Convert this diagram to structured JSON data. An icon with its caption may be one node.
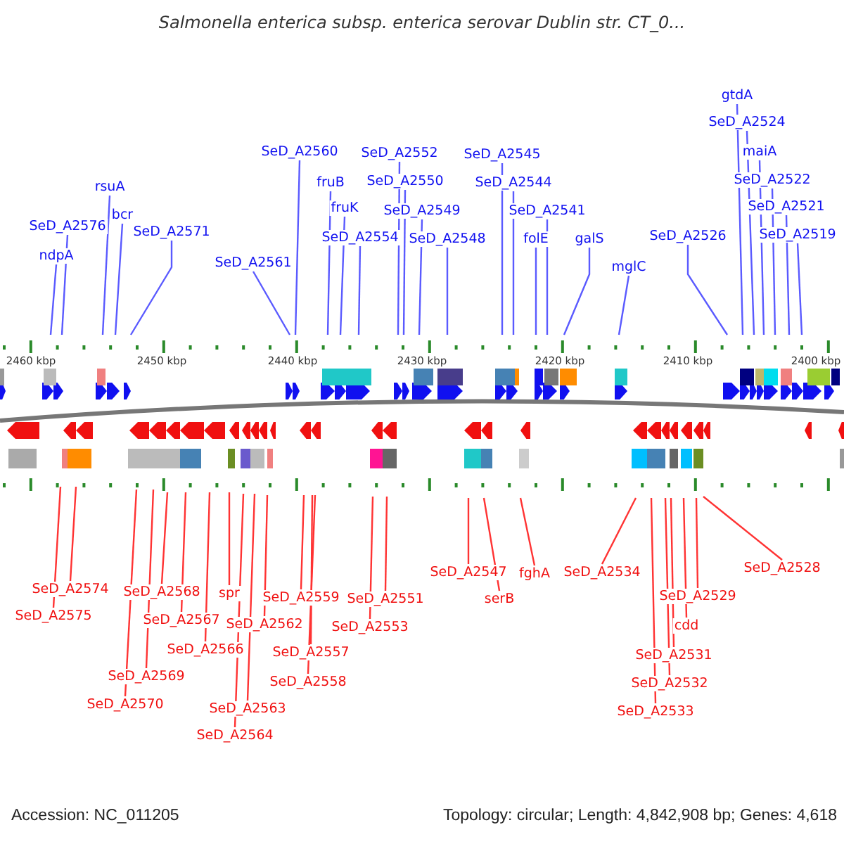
{
  "diagram": {
    "title": "Salmonella enterica subsp. enterica serovar Dublin str. CT_0...",
    "nodes": [
      {
        "text": [
          "ndpA"
        ]
      },
      {
        "text": [
          "SeD_A2576"
        ]
      },
      {
        "text": [
          "rsuA"
        ]
      },
      {
        "text": [
          "bcr"
        ]
      },
      {
        "text": [
          "SeD_A2571"
        ]
      },
      {
        "text": [
          "SeD_A2561"
        ]
      },
      {
        "text": [
          "SeD_A2560"
        ]
      },
      {
        "text": [
          "fruB"
        ]
      },
      {
        "text": [
          "fruK"
        ]
      },
      {
        "text": [
          "SeD_A2554"
        ]
      },
      {
        "text": [
          "SeD_A2552"
        ]
      },
      {
        "text": [
          "SeD_A2550"
        ]
      },
      {
        "text": [
          "SeD_A2549"
        ]
      },
      {
        "text": [
          "SeD_A2548"
        ]
      },
      {
        "text": [
          "SeD_A2545"
        ]
      },
      {
        "text": [
          "SeD_A2544"
        ]
      },
      {
        "text": [
          "SeD_A2541"
        ]
      },
      {
        "text": [
          "folE"
        ]
      },
      {
        "text": [
          "galS"
        ]
      },
      {
        "text": [
          "mglC"
        ]
      },
      {
        "text": [
          "SeD_A2526"
        ]
      },
      {
        "text": [
          "gtdA"
        ]
      },
      {
        "text": [
          "SeD_A2524"
        ]
      },
      {
        "text": [
          "maiA"
        ]
      },
      {
        "text": [
          "SeD_A2522"
        ]
      },
      {
        "text": [
          "SeD_A2521"
        ]
      },
      {
        "text": [
          "SeD_A2519"
        ]
      },
      {
        "text": [
          "SeD_A2575"
        ]
      },
      {
        "text": [
          "SeD_A2574"
        ]
      },
      {
        "text": [
          "SeD_A2570"
        ]
      },
      {
        "text": [
          "SeD_A2569"
        ]
      },
      {
        "text": [
          "SeD_A2568"
        ]
      },
      {
        "text": [
          "SeD_A2567"
        ]
      },
      {
        "text": [
          "SeD_A2566"
        ]
      },
      {
        "text": [
          "spr"
        ]
      },
      {
        "text": [
          "SeD_A2564"
        ]
      },
      {
        "text": [
          "SeD_A2563"
        ]
      },
      {
        "text": [
          "SeD_A2562"
        ]
      },
      {
        "text": [
          "SeD_A2559"
        ]
      },
      {
        "text": [
          "SeD_A2557"
        ]
      },
      {
        "text": [
          "SeD_A2558"
        ]
      },
      {
        "text": [
          "SeD_A2553"
        ]
      },
      {
        "text": [
          "SeD_A2551"
        ]
      },
      {
        "text": [
          "SeD_A2547"
        ]
      },
      {
        "text": [
          "serB"
        ]
      },
      {
        "text": [
          "fghA"
        ]
      },
      {
        "text": [
          "SeD_A2534"
        ]
      },
      {
        "text": [
          "SeD_A2533"
        ]
      },
      {
        "text": [
          "SeD_A2532"
        ]
      },
      {
        "text": [
          "SeD_A2531"
        ]
      },
      {
        "text": [
          "cdd"
        ]
      },
      {
        "text": [
          "SeD_A2529"
        ]
      },
      {
        "text": [
          "SeD_A2528"
        ]
      }
    ],
    "edges": [
      {
        "from": 0,
        "to": null,
        "arrow": "none"
      },
      {
        "from": 1,
        "to": null,
        "arrow": "none"
      },
      {
        "from": 2,
        "to": null,
        "arrow": "none"
      },
      {
        "from": 3,
        "to": null,
        "arrow": "none"
      },
      {
        "from": 4,
        "to": null,
        "arrow": "none"
      },
      {
        "from": 5,
        "to": null,
        "arrow": "none"
      },
      {
        "from": 6,
        "to": null,
        "arrow": "none"
      },
      {
        "from": 7,
        "to": null,
        "arrow": "none"
      },
      {
        "from": 8,
        "to": null,
        "arrow": "none"
      },
      {
        "from": 9,
        "to": null,
        "arrow": "none"
      },
      {
        "from": 10,
        "to": null,
        "arrow": "none"
      },
      {
        "from": 11,
        "to": null,
        "arrow": "none"
      },
      {
        "from": 12,
        "to": null,
        "arrow": "none"
      },
      {
        "from": 13,
        "to": null,
        "arrow": "none"
      },
      {
        "from": 14,
        "to": null,
        "arrow": "none"
      },
      {
        "from": 15,
        "to": null,
        "arrow": "none"
      },
      {
        "from": 16,
        "to": null,
        "arrow": "none"
      },
      {
        "from": 17,
        "to": null,
        "arrow": "none"
      },
      {
        "from": 18,
        "to": null,
        "arrow": "none"
      },
      {
        "from": 19,
        "to": null,
        "arrow": "none"
      },
      {
        "from": 20,
        "to": null,
        "arrow": "none"
      },
      {
        "from": 21,
        "to": null,
        "arrow": "none"
      },
      {
        "from": 22,
        "to": null,
        "arrow": "none"
      },
      {
        "from": 23,
        "to": null,
        "arrow": "none"
      },
      {
        "from": 24,
        "to": null,
        "arrow": "none"
      },
      {
        "from": 25,
        "to": null,
        "arrow": "none"
      },
      {
        "from": 26,
        "to": null,
        "arrow": "none"
      },
      {
        "from": 27,
        "to": null,
        "arrow": "none",
        "color": "#ff3333"
      },
      {
        "from": 28,
        "to": null,
        "arrow": "none",
        "color": "#ff3333"
      },
      {
        "from": 29,
        "to": null,
        "arrow": "none",
        "color": "#ff3333"
      },
      {
        "from": 30,
        "to": null,
        "arrow": "none",
        "color": "#ff3333"
      },
      {
        "from": 31,
        "to": null,
        "arrow": "none",
        "color": "#ff3333"
      },
      {
        "from": 32,
        "to": null,
        "arrow": "none",
        "color": "#ff3333"
      },
      {
        "from": 33,
        "to": null,
        "arrow": "none",
        "color": "#ff3333"
      },
      {
        "from": 34,
        "to": null,
        "arrow": "none",
        "color": "#ff3333"
      },
      {
        "from": 35,
        "to": null,
        "arrow": "none",
        "color": "#ff3333"
      },
      {
        "from": 36,
        "to": null,
        "arrow": "none",
        "color": "#ff3333"
      },
      {
        "from": 37,
        "to": null,
        "arrow": "none",
        "color": "#ff3333"
      },
      {
        "from": 38,
        "to": null,
        "arrow": "none",
        "color": "#ff3333"
      },
      {
        "from": 39,
        "to": null,
        "arrow": "none",
        "color": "#ff3333"
      },
      {
        "from": 40,
        "to": null,
        "arrow": "none",
        "color": "#ff3333"
      },
      {
        "from": 41,
        "to": null,
        "arrow": "none",
        "color": "#ff3333"
      },
      {
        "from": 42,
        "to": null,
        "arrow": "none",
        "color": "#ff3333"
      },
      {
        "from": 43,
        "to": null,
        "arrow": "none",
        "color": "#ff3333"
      },
      {
        "from": 44,
        "to": null,
        "arrow": "none",
        "color": "#ff3333"
      },
      {
        "from": 45,
        "to": null,
        "arrow": "none",
        "color": "#ff3333"
      },
      {
        "from": 46,
        "to": null,
        "arrow": "none",
        "color": "#ff3333"
      },
      {
        "from": 47,
        "to": null,
        "arrow": "none",
        "color": "#ff3333"
      },
      {
        "from": 48,
        "to": null,
        "arrow": "none",
        "color": "#ff3333"
      },
      {
        "from": 49,
        "to": null,
        "arrow": "none",
        "color": "#ff3333"
      },
      {
        "from": 50,
        "to": null,
        "arrow": "none",
        "color": "#ff3333"
      },
      {
        "from": 51,
        "to": null,
        "arrow": "none",
        "color": "#ff3333"
      },
      {
        "from": 52,
        "to": null,
        "arrow": "none",
        "color": "#ff3333"
      }
    ],
    "labels": [
      "2460 kbp",
      "2450 kbp",
      "2440 kbp",
      "2430 kbp",
      "2420 kbp",
      "2410 kbp",
      "2400 kbp",
      "Accession: NC_011205",
      "Topology: circular; Length: 4,842,908 bp; Genes: 4,618"
    ]
  }
}
